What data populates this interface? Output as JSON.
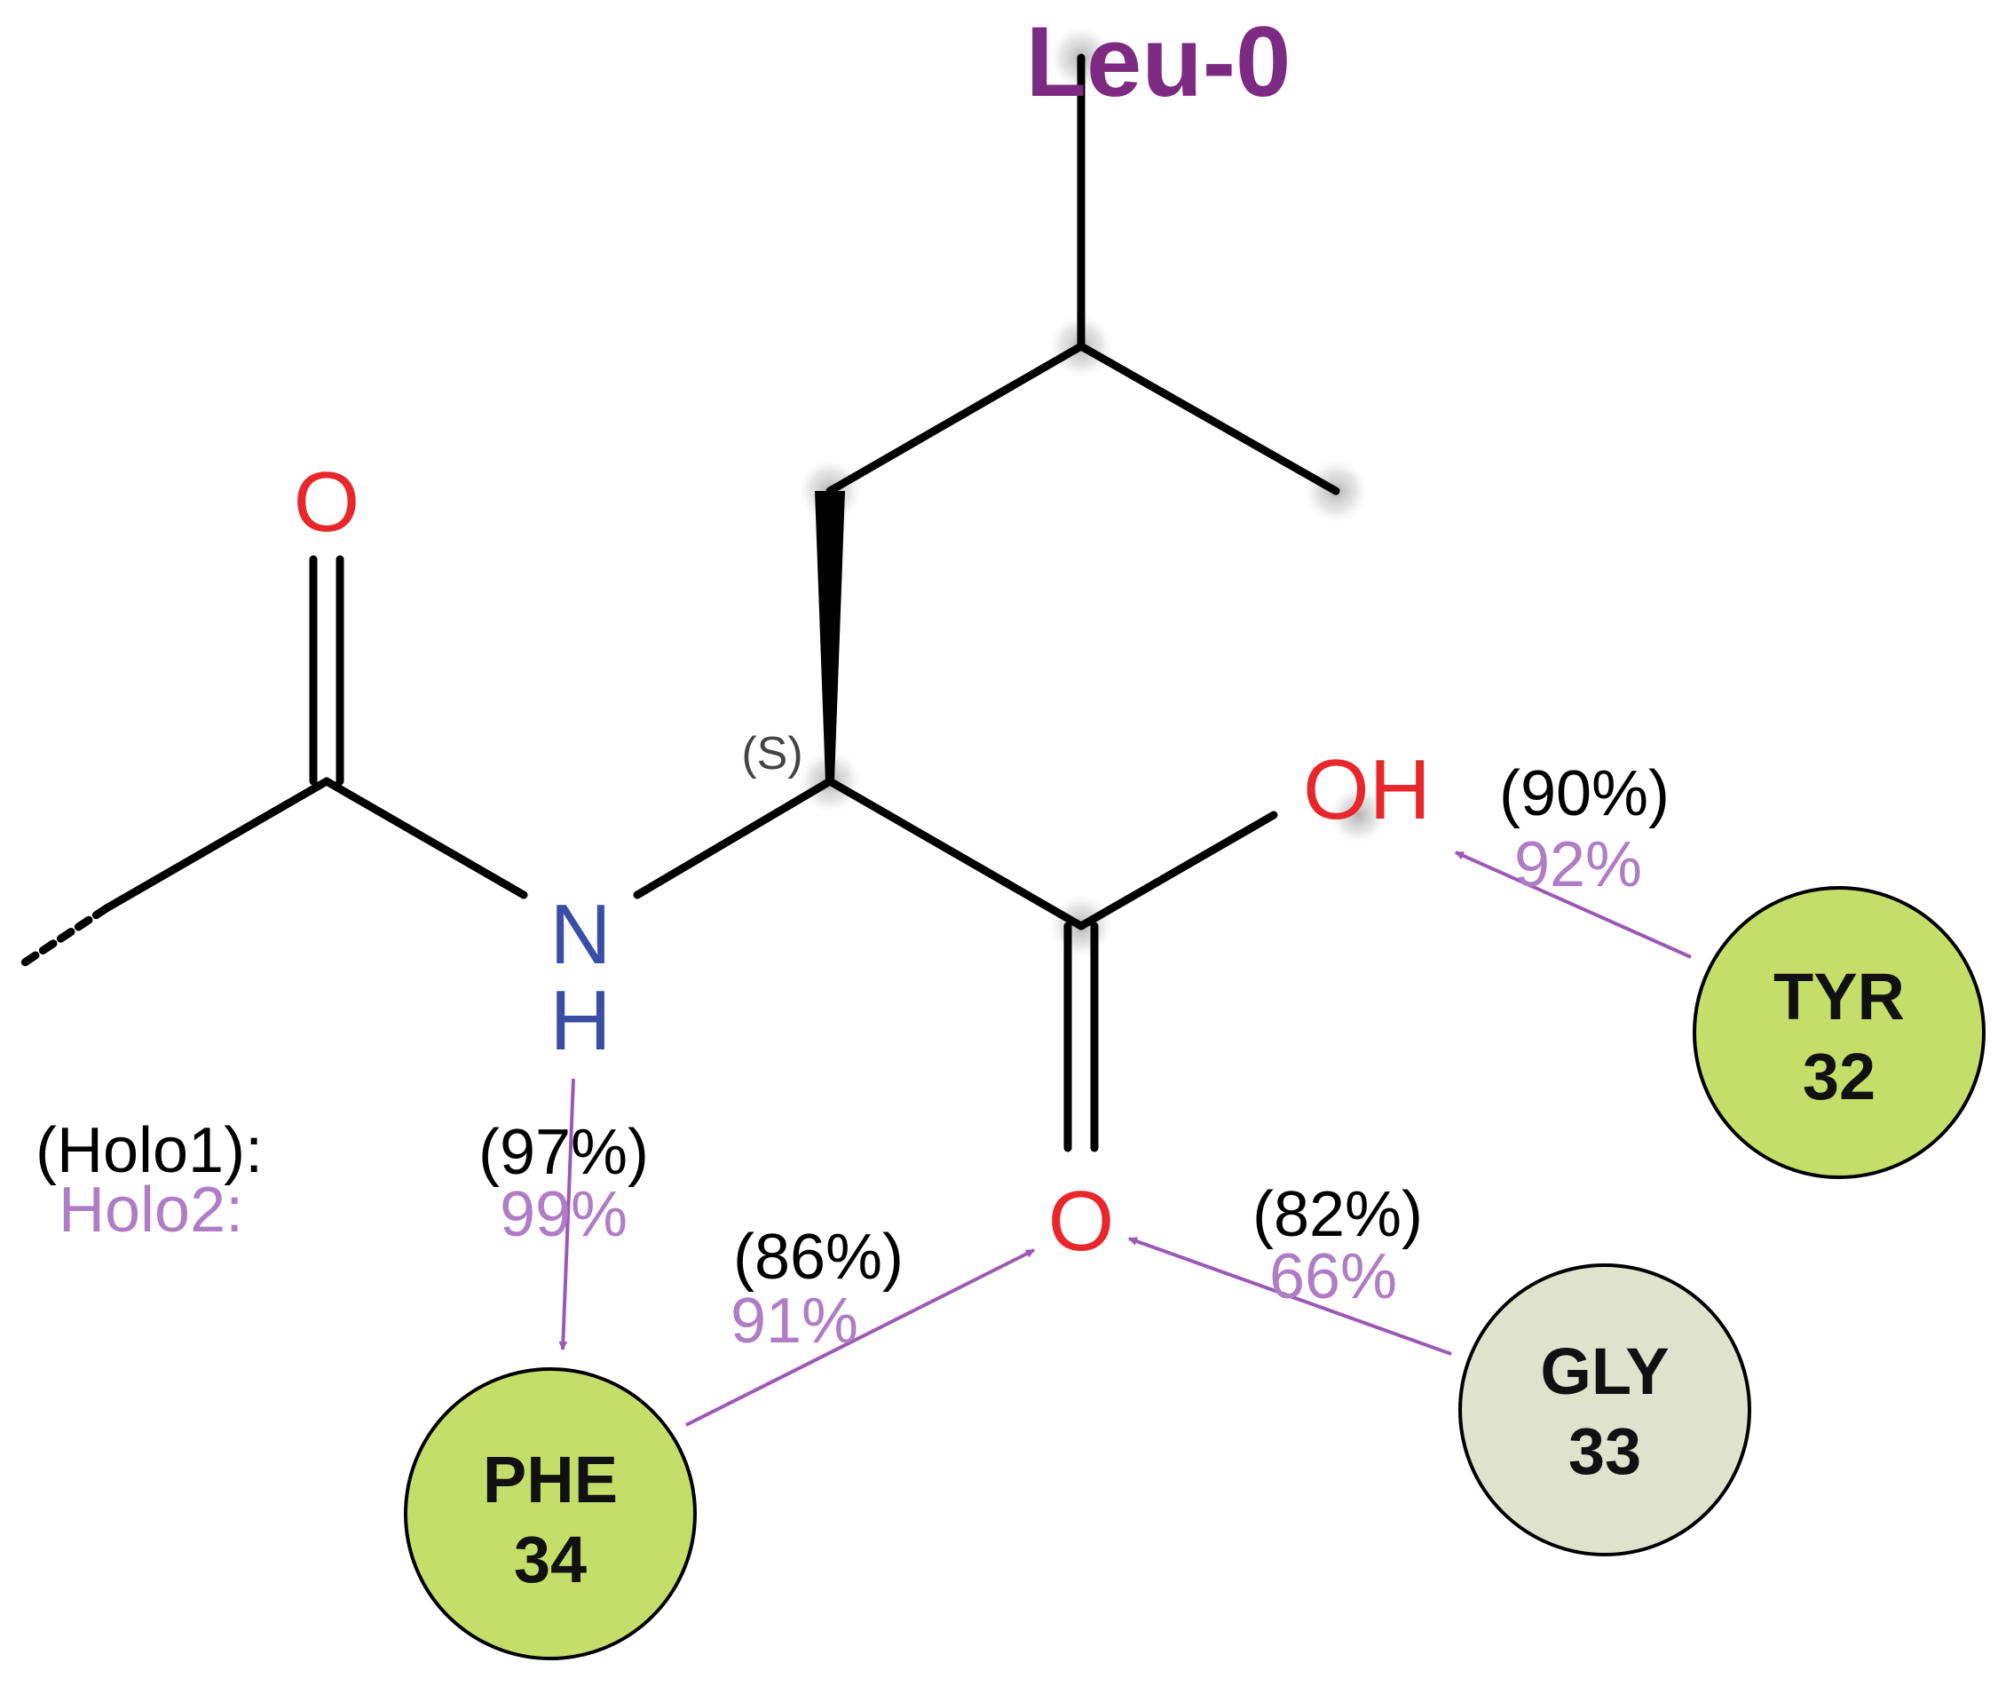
{
  "title": "Leu-0",
  "colors": {
    "title": "#7d2b82",
    "oxygen": "#e8262b",
    "nitrogen": "#3a4ea8",
    "bond": "#000000",
    "hbond": "#9b59b6",
    "holo1_text": "#000000",
    "holo2_text": "#b07cc6",
    "residue_green": "#c5de6a",
    "residue_grey": "#dfe2cd"
  },
  "atoms": {
    "carbonyl_o": "O",
    "amide_n": "N",
    "amide_h": "H",
    "hydroxyl": "OH",
    "carboxyl_o": "O",
    "stereo": "(S)"
  },
  "legend": {
    "holo1": "(Holo1):",
    "holo2": "Holo2:"
  },
  "interactions": [
    {
      "from": "NH",
      "to": "PHE 34",
      "holo1": "(97%)",
      "holo2": "99%"
    },
    {
      "from": "PHE 34",
      "to": "O",
      "holo1": "(86%)",
      "holo2": "91%"
    },
    {
      "from": "GLY 33",
      "to": "O",
      "holo1": "(82%)",
      "holo2": "66%"
    },
    {
      "from": "TYR 32",
      "to": "OH",
      "holo1": "(90%)",
      "holo2": "92%"
    }
  ],
  "residues": {
    "phe": {
      "name": "PHE",
      "number": "34"
    },
    "gly": {
      "name": "GLY",
      "number": "33"
    },
    "tyr": {
      "name": "TYR",
      "number": "32"
    }
  }
}
